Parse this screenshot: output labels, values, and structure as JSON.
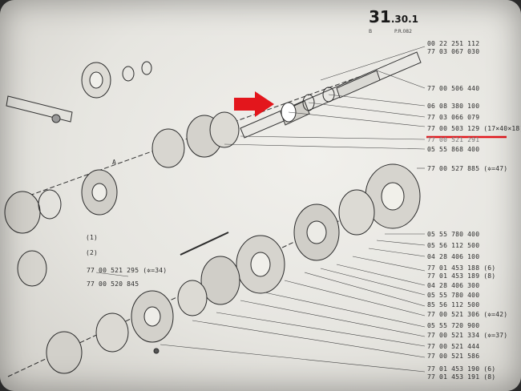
{
  "page": {
    "number_main": "31",
    "number_rest": ".30",
    "number_suffix": ".1",
    "sub_left": "B",
    "sub_right": "P.R.082"
  },
  "parts": [
    "00 22 251 112",
    "77 03 067 030",
    "77 00 506 440",
    "06 08 380 100",
    "77 03 066 079",
    "77 00 503 129 (17×40×18)",
    "77 00 521 291",
    "05 55 868 400",
    "77 00 527 885 (✲=47)",
    "05 55 780 400",
    "05 56 112 500",
    "04 28 406 100",
    "77 01 453 188 (6)",
    "77 01 453 189 (8)",
    "04 28 406 300",
    "05 55 780 400",
    "85 56 112 500",
    "77 00 521 306 (✲=42)",
    "05 55 720 900",
    "77 00 521 334 (✲=37)",
    "77 00 521 444",
    "77 00 521 586",
    "77 01 453 190 (6)",
    "77 01 453 191 (8)",
    "77 00 521 295 (✲=34)",
    "77 00 520 845"
  ],
  "callouts": [
    "(1)",
    "(2)",
    "A"
  ],
  "colors": {
    "arrow": "#e3161c",
    "underline": "#e3161c",
    "ink": "#2b2b2b"
  }
}
